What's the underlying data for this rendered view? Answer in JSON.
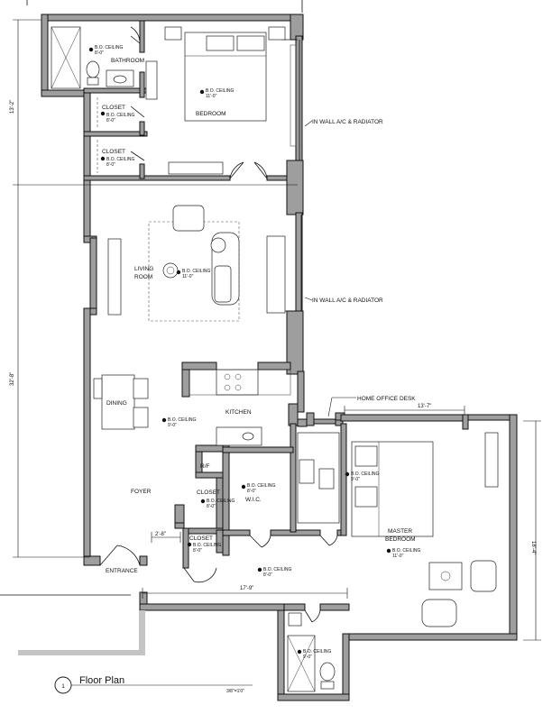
{
  "plan": {
    "title": "Floor Plan",
    "number": "1",
    "scale": "3/8\"=1'0\""
  },
  "rooms": {
    "bathroom": "BATHROOM",
    "bedroom": "BEDROOM",
    "closet_upper": "CLOSET",
    "closet_lower": "CLOSET",
    "living": "LIVING",
    "living_2": "ROOM",
    "dining": "DINING",
    "kitchen": "KITCHEN",
    "foyer": "FOYER",
    "rf": "R/F",
    "closet_foyer": "CLOSET",
    "wic": "W.I.C.",
    "closet_entry": "CLOSET",
    "entrance": "ENTRANCE",
    "master": "MASTER",
    "master_2": "BEDROOM"
  },
  "ceilings": {
    "label": "B.O. CEILING",
    "bathroom": "8'-0\"",
    "bedroom": "11'-0\"",
    "closet_upper": "8'-0\"",
    "closet_lower": "8'-0\"",
    "living": "11'-0\"",
    "kitchen": "9'-0\"",
    "wic": "8'-0\"",
    "closet_foyer": "8'-0\"",
    "closet_entry": "8'-0\"",
    "hall": "8'-0\"",
    "office": "9'-0\"",
    "master": "11'-0\"",
    "master_bath": "9'-0\""
  },
  "annotations": {
    "ac_upper": "IN WALL A/C & RADIATOR",
    "ac_lower": "IN WALL A/C & RADIATOR",
    "office_desk": "HOME OFFICE DESK"
  },
  "dimensions": {
    "left_top": "13'-2\"",
    "left_main": "32'-8\"",
    "master_width": "13'-7\"",
    "master_height": "18'-4\"",
    "hall_length": "17'-9\"",
    "closet_width": "2'-8\""
  }
}
